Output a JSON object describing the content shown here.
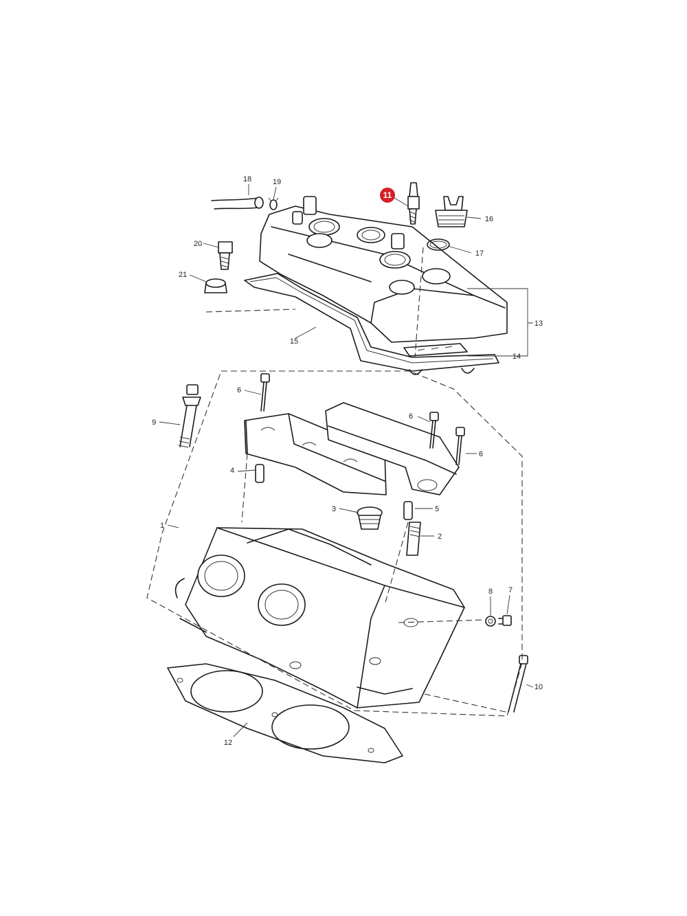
{
  "callouts": [
    {
      "id": "c18",
      "label": "18",
      "highlight": false
    },
    {
      "id": "c19",
      "label": "19",
      "highlight": false
    },
    {
      "id": "c11",
      "label": "11",
      "highlight": true
    },
    {
      "id": "c16",
      "label": "16",
      "highlight": false
    },
    {
      "id": "c17",
      "label": "17",
      "highlight": false
    },
    {
      "id": "c20",
      "label": "20",
      "highlight": false
    },
    {
      "id": "c21",
      "label": "21",
      "highlight": false
    },
    {
      "id": "c13",
      "label": "13",
      "highlight": false
    },
    {
      "id": "c15",
      "label": "15",
      "highlight": false
    },
    {
      "id": "c14",
      "label": "14",
      "highlight": false
    },
    {
      "id": "c6a",
      "label": "6",
      "highlight": false
    },
    {
      "id": "c9",
      "label": "9",
      "highlight": false
    },
    {
      "id": "c6b",
      "label": "6",
      "highlight": false
    },
    {
      "id": "c6c",
      "label": "6",
      "highlight": false
    },
    {
      "id": "c4",
      "label": "4",
      "highlight": false
    },
    {
      "id": "c3",
      "label": "3",
      "highlight": false
    },
    {
      "id": "c5",
      "label": "5",
      "highlight": false
    },
    {
      "id": "c1",
      "label": "1",
      "highlight": false
    },
    {
      "id": "c2",
      "label": "2",
      "highlight": false
    },
    {
      "id": "c8",
      "label": "8",
      "highlight": false
    },
    {
      "id": "c7",
      "label": "7",
      "highlight": false
    },
    {
      "id": "c10",
      "label": "10",
      "highlight": false
    },
    {
      "id": "c12",
      "label": "12",
      "highlight": false
    }
  ],
  "colors": {
    "highlight": "#d61f26",
    "line": "#1a1a1a",
    "background": "#ffffff"
  }
}
